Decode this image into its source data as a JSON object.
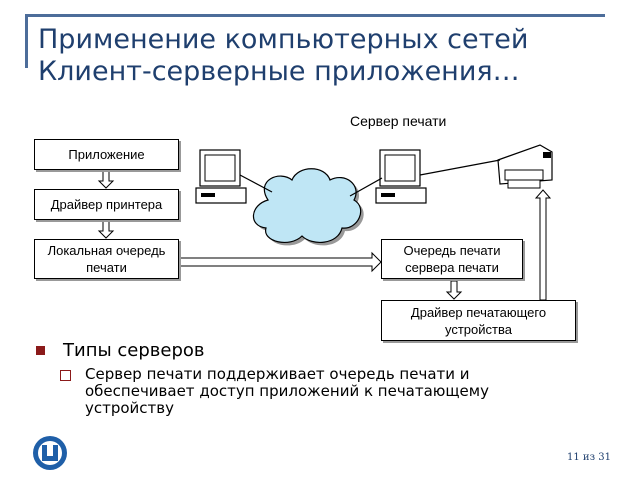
{
  "slide": {
    "title_line1": "Применение компьютерных сетей",
    "title_line2": "Клиент-серверные приложения…",
    "page_number": "11 из 31"
  },
  "diagram": {
    "server_label": "Сервер печати",
    "boxes": {
      "application": "Приложение",
      "printer_driver": "Драйвер принтера",
      "local_queue": "Локальная очередь печати",
      "server_queue": "Очередь печати сервера печати",
      "device_driver": "Драйвер печатающего устройства"
    },
    "icons": [
      "client-computer-icon",
      "network-cloud-icon",
      "server-computer-icon",
      "printer-icon"
    ]
  },
  "bullets": {
    "level1": "Типы серверов",
    "level2": "Сервер печати поддерживает очередь печати и обеспечивает доступ приложений к печатающему устройству"
  },
  "colors": {
    "title": "#1f3f6e",
    "frame": "#4d6d9a",
    "bullet": "#8b1a1a",
    "cloud": "#bfe6f5"
  }
}
